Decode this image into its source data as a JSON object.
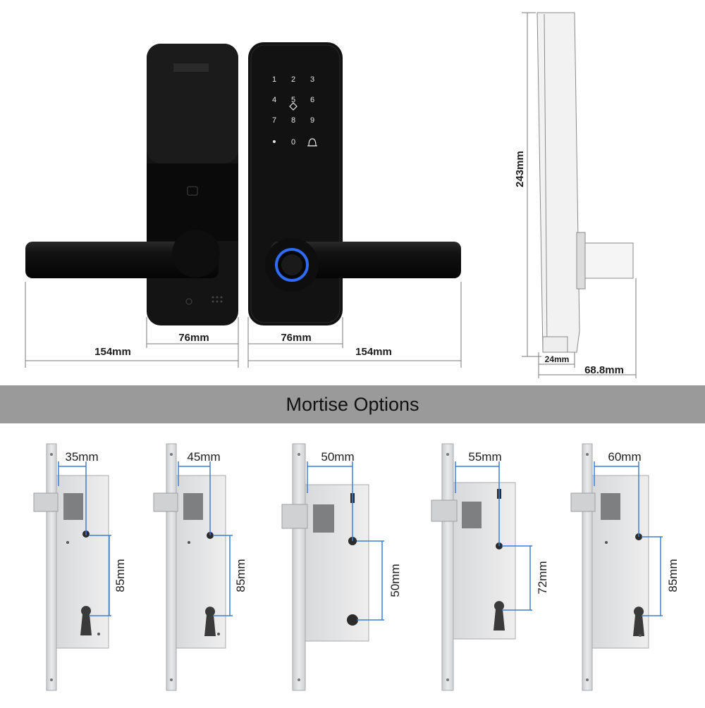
{
  "banner": {
    "title": "Mortise Options"
  },
  "lock_front": {
    "keypad_keys": [
      "1",
      "2",
      "3",
      "4",
      "5",
      "6",
      "7",
      "8",
      "9",
      "0"
    ]
  },
  "dimensions": {
    "left_lever_width": "154mm",
    "left_body_width": "76mm",
    "right_body_width": "76mm",
    "right_lever_width": "154mm",
    "height": "243mm",
    "thickness": "24mm",
    "depth": "68.8mm"
  },
  "mortises": [
    {
      "backset": "35mm",
      "center": "85mm"
    },
    {
      "backset": "45mm",
      "center": "85mm"
    },
    {
      "backset": "50mm",
      "center": "50mm"
    },
    {
      "backset": "55mm",
      "center": "72mm"
    },
    {
      "backset": "60mm",
      "center": "85mm"
    }
  ],
  "colors": {
    "lock_body": "#121212",
    "dimension_line": "#3b7fd4",
    "banner": "#9a9a9a",
    "fingerprint_ring": "#2f6cf5"
  }
}
